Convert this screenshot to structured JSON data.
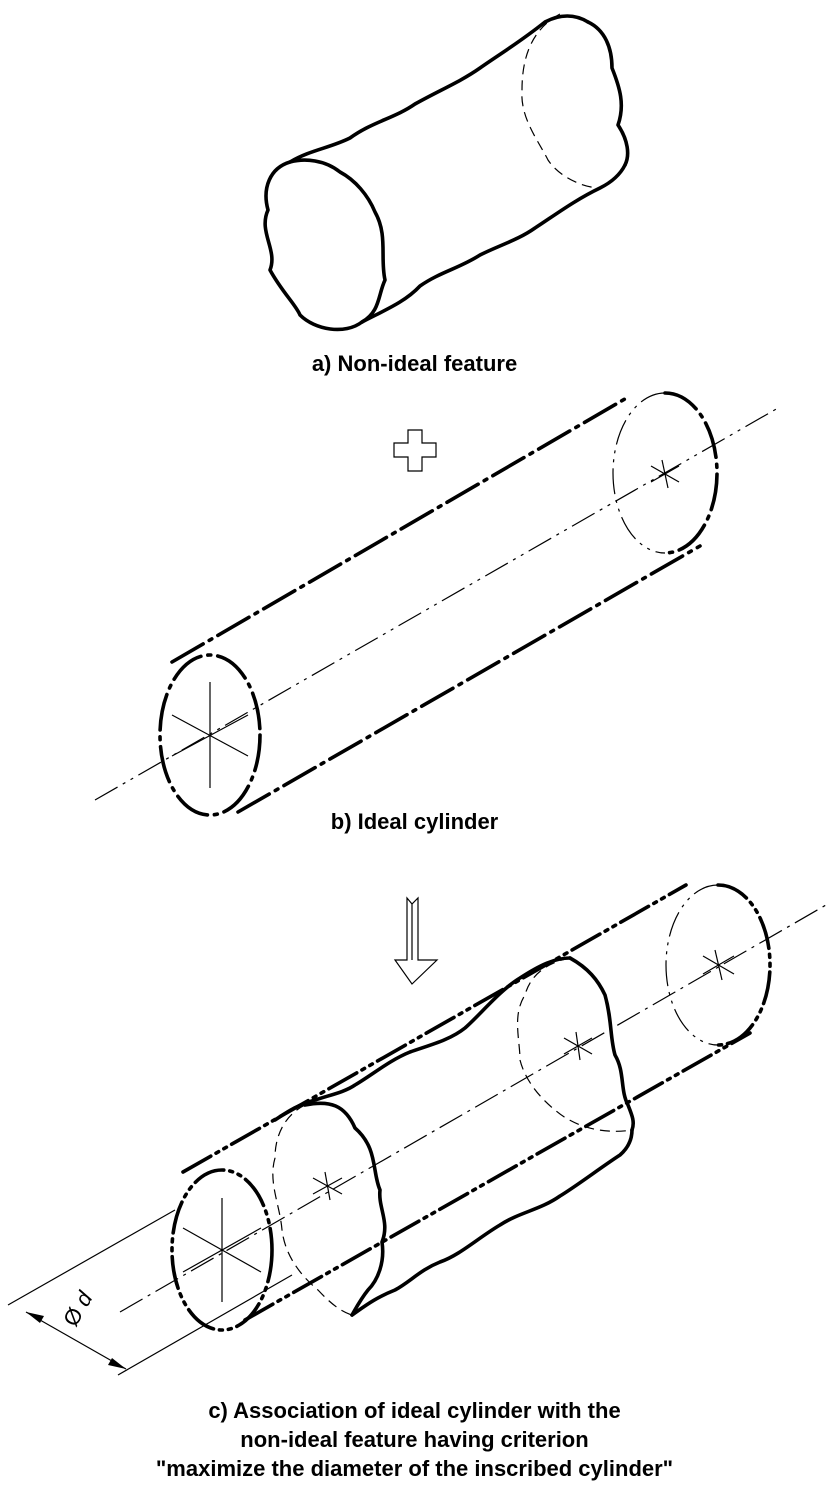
{
  "captions": {
    "a": "a)  Non-ideal feature",
    "b": "b)  Ideal cylinder",
    "c_line1": "c)  Association of ideal cylinder with the",
    "c_line2": "non-ideal feature having criterion",
    "c_line3": "\"maximize the diameter of the inscribed cylinder\""
  },
  "dimension": {
    "symbol": "Ø",
    "label": "d"
  },
  "symbols": {
    "plus": "plus-sign-icon",
    "arrow": "down-arrow-icon"
  }
}
